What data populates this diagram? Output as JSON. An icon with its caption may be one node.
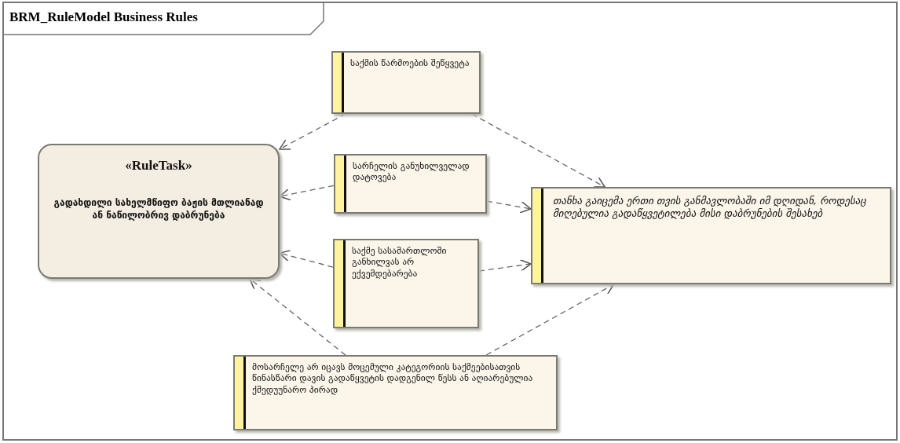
{
  "diagram": {
    "title": "BRM_RuleModel Business Rules",
    "nodes": [
      {
        "text": [
          "«RuleTask»",
          "გადახდილი სახელმწიფო ბაჟის მთლიანად ან ნაწილობრივ დაბრუნება"
        ]
      },
      {
        "text": [
          "საქმის წარმოების შეწყვეტა"
        ]
      },
      {
        "text": [
          "სარჩელის განუხილველად დატოვება"
        ]
      },
      {
        "text": [
          "საქმე სასამართლოში განხილვას არ ექვემდებარება"
        ]
      },
      {
        "text": [
          "თანხა გაიცემა ერთი თვის განმავლობაში იმ დღიდან, როდესაც მიღებულია გადაწყვეტილება მისი დაბრუნების შესახებ"
        ]
      },
      {
        "text": [
          "მოსარჩელე არ იცავს მოცემული კატეგორიის საქმეებისათვის წინასწარი დავის გადაწყვეტის დადგენილ წესს ან აღიარებულია ქმედუუნარო პირად"
        ]
      }
    ],
    "edges": [
      {
        "from": 1,
        "to": 0,
        "arrow": "to",
        "style": "dashed"
      },
      {
        "from": 1,
        "to": 4,
        "arrow": "to",
        "style": "dashed"
      },
      {
        "from": 2,
        "to": 0,
        "arrow": "to",
        "style": "dashed"
      },
      {
        "from": 2,
        "to": 4,
        "arrow": "to",
        "style": "dashed"
      },
      {
        "from": 3,
        "to": 0,
        "arrow": "to",
        "style": "dashed"
      },
      {
        "from": 3,
        "to": 4,
        "arrow": "to",
        "style": "dashed"
      },
      {
        "from": 5,
        "to": 0,
        "arrow": "to",
        "style": "dashed"
      },
      {
        "from": 5,
        "to": 4,
        "arrow": "to",
        "style": "dashed"
      }
    ]
  }
}
